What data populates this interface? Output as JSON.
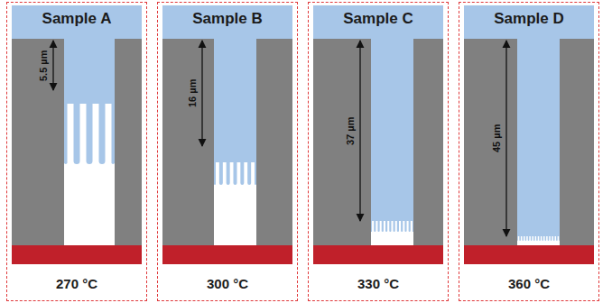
{
  "diagram": {
    "nodes": [
      {
        "text": [
          "Sample A",
          "270 °C"
        ]
      },
      {
        "text": [
          "Sample B",
          "300 °C"
        ]
      },
      {
        "text": [
          "Sample C",
          "330 °C"
        ]
      },
      {
        "text": [
          "Sample D",
          "360 °C"
        ]
      }
    ],
    "labels": [
      "5.5 µm",
      "16 µm",
      "37 µm",
      "45 µm"
    ]
  }
}
